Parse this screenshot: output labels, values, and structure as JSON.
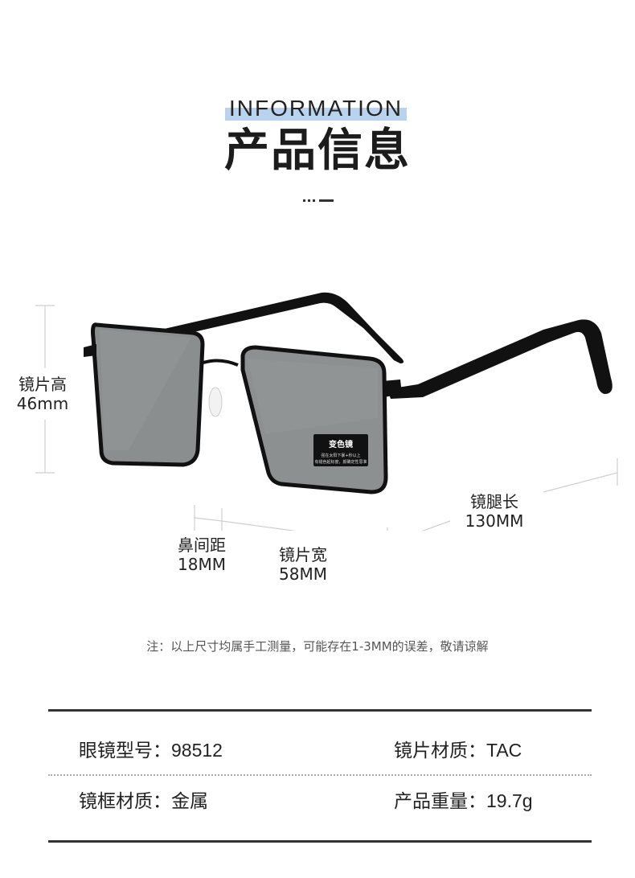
{
  "header": {
    "title_en": "INFORMATION",
    "title_cn": "产品信息",
    "accent_color": "#b9d3ee"
  },
  "product_image": {
    "sticker_title": "变色镜",
    "sticker_text_line1": "强在太阳下暴+秒以上",
    "sticker_text_line2": "有褪色起标度，颜确定性思准"
  },
  "measurements": {
    "lens_height": {
      "label": "镜片高",
      "value": "46mm"
    },
    "temple_length": {
      "label": "镜腿长",
      "value": "130MM"
    },
    "bridge": {
      "label": "鼻间距",
      "value": "18MM"
    },
    "lens_width": {
      "label": "镜片宽",
      "value": "58MM"
    }
  },
  "note": "注：以上尺寸均属手工测量，可能存在1-3MM的误差，敬请谅解",
  "specs": [
    {
      "key": "眼镜型号：",
      "value": "98512"
    },
    {
      "key": "镜片材质：",
      "value": "TAC"
    },
    {
      "key": "镜框材质：",
      "value": "金属"
    },
    {
      "key": "产品重量：",
      "value": "19.7g"
    }
  ]
}
